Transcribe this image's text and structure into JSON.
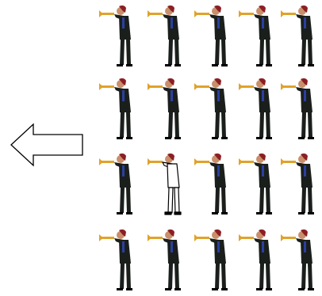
{
  "arrow": {
    "direction": "left",
    "icon": "left-arrow-icon"
  },
  "grid": {
    "rows": 4,
    "cols": 5,
    "figure_icon": "trumpet-player-icon",
    "highlighted": {
      "row": 3,
      "col": 2,
      "style": "outline"
    }
  },
  "colors": {
    "background": "#ffffff",
    "suit": "#1a1f1c",
    "shirt": "#2b3fa0",
    "skin": "#c98f6a",
    "hair": "#8b1f24",
    "trumpet": "#e0a22a",
    "outline": "#000000",
    "highlight_fill": "#ffffff"
  }
}
